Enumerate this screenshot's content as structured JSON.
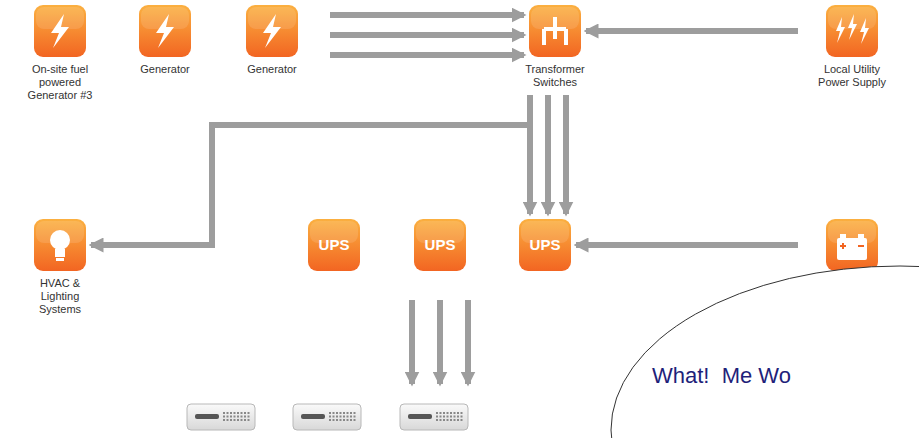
{
  "diagram": {
    "nodes": [
      {
        "text": [
          "On-site fuel powered Generator #3"
        ]
      },
      {
        "text": [
          "Generator"
        ]
      },
      {
        "text": [
          "Generator"
        ]
      },
      {
        "text": [
          "Transformer Switches"
        ]
      },
      {
        "text": [
          "Local Utility Power Supply"
        ]
      },
      {
        "text": [
          "HVAC & Lighting Systems"
        ]
      },
      {
        "text": [
          "UPS"
        ]
      },
      {
        "text": [
          "UPS"
        ]
      },
      {
        "text": [
          "UPS"
        ]
      },
      {
        "text": [
          "Battery Power"
        ]
      },
      {
        "text": [
          "What!  Me Wo"
        ]
      }
    ],
    "edges": [
      {
        "from": 2,
        "to": 3,
        "arrow": "to"
      },
      {
        "from": 2,
        "to": 3,
        "arrow": "to"
      },
      {
        "from": 2,
        "to": 3,
        "arrow": "to"
      },
      {
        "from": 4,
        "to": 3,
        "arrow": "to"
      },
      {
        "from": 3,
        "to": 5,
        "arrow": "to"
      },
      {
        "from": 3,
        "to": 8,
        "arrow": "to"
      },
      {
        "from": 3,
        "to": 8,
        "arrow": "to"
      },
      {
        "from": 3,
        "to": 8,
        "arrow": "to"
      },
      {
        "from": 9,
        "to": 8,
        "arrow": "to"
      }
    ]
  }
}
